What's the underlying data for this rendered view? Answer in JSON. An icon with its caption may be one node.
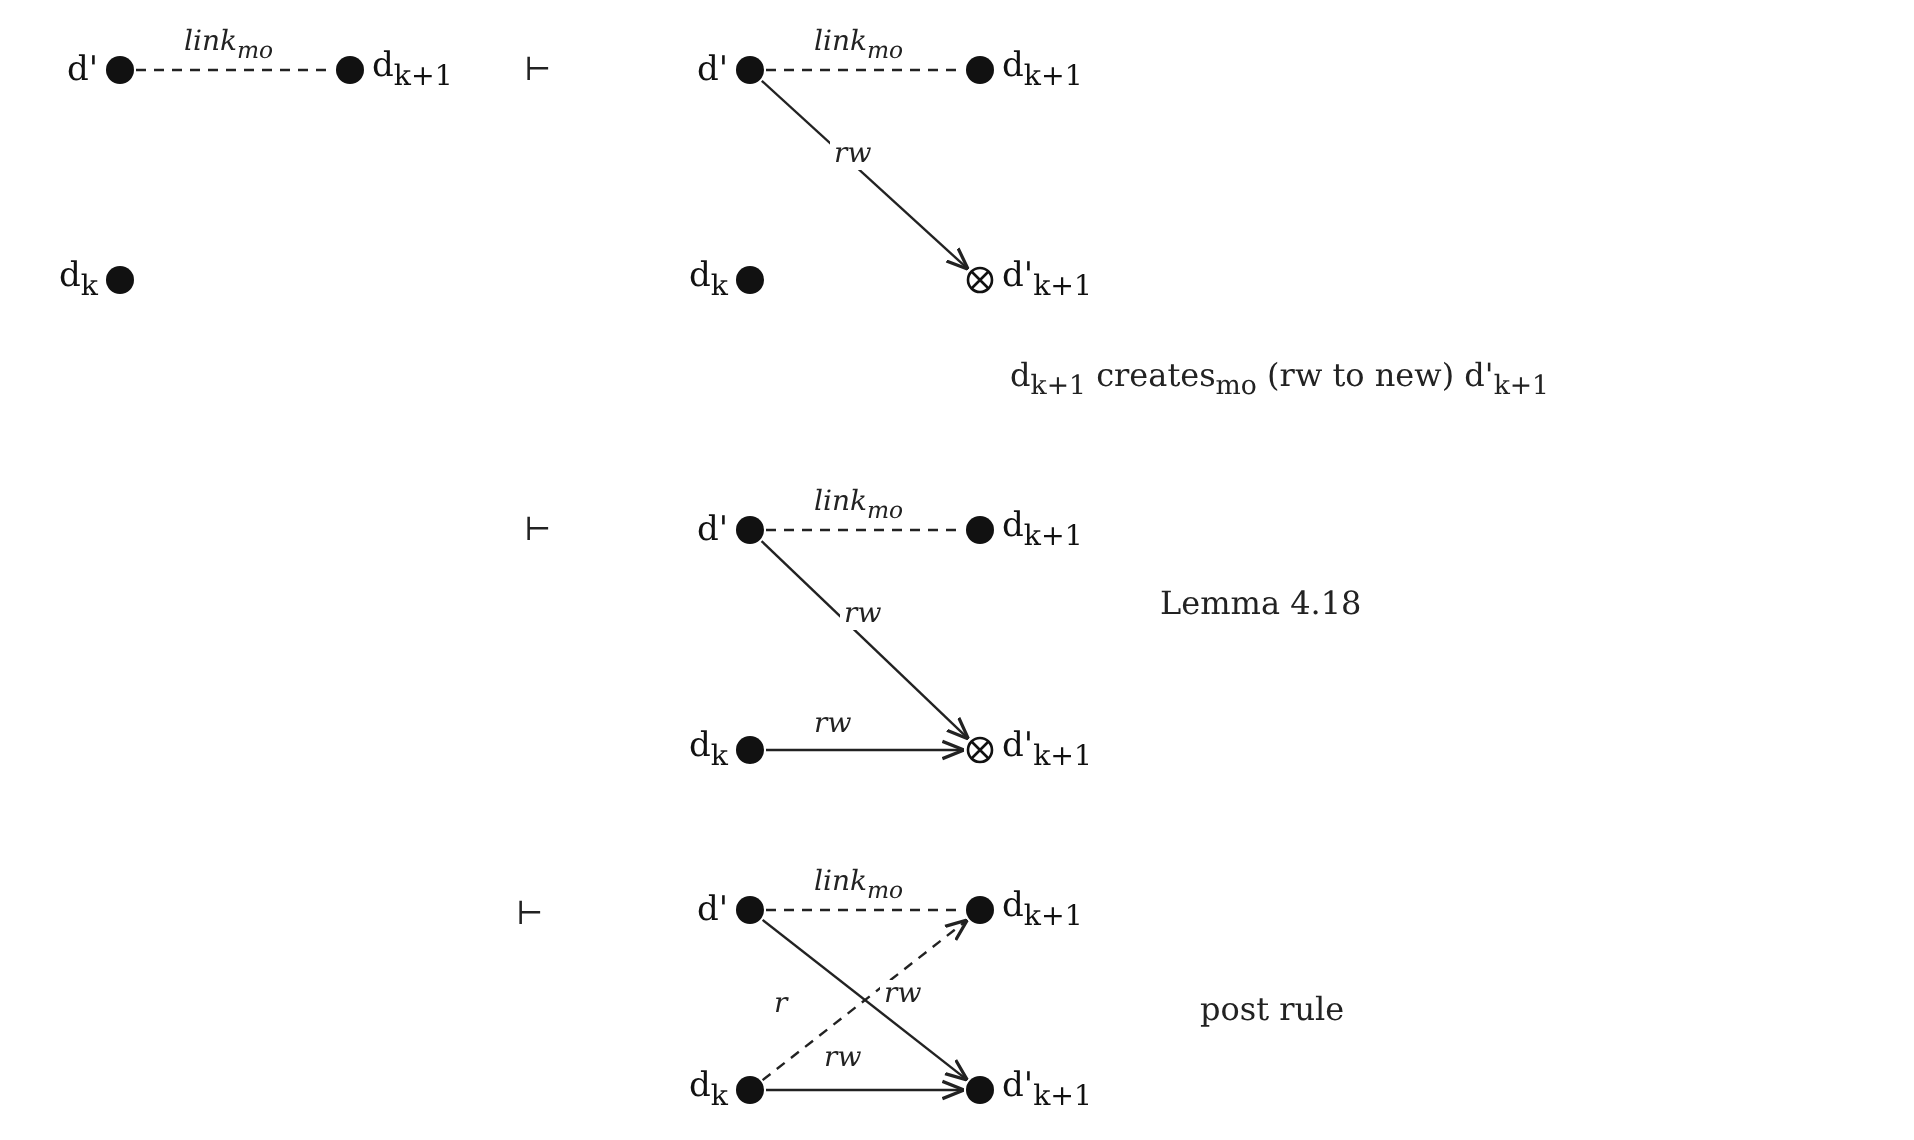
{
  "diagram": {
    "nodes": [
      {
        "text": [
          "d'"
        ]
      },
      {
        "text": [
          "d$_{k+1}$"
        ]
      },
      {
        "text": [
          "d$_{k}$"
        ]
      },
      {
        "text": [
          "d'"
        ]
      },
      {
        "text": [
          "d$_{k+1}$"
        ]
      },
      {
        "text": [
          "d$_{k}$"
        ]
      },
      {
        "text": [
          "d'$_{k+1}$"
        ]
      },
      {
        "text": [
          "d'"
        ]
      },
      {
        "text": [
          "d$_{k+1}$"
        ]
      },
      {
        "text": [
          "d$_{k}$"
        ]
      },
      {
        "text": [
          "d'$_{k+1}$"
        ]
      },
      {
        "text": [
          "d'"
        ]
      },
      {
        "text": [
          "d$_{k+1}$"
        ]
      },
      {
        "text": [
          "d$_{k}$"
        ]
      },
      {
        "text": [
          "d'$_{k+1}$"
        ]
      }
    ],
    "edges": [
      {
        "from": 0,
        "to": 1,
        "arrow": "none",
        "style": "dashed",
        "label": "link$_{mo}$"
      },
      {
        "from": 3,
        "to": 4,
        "arrow": "none",
        "style": "dashed",
        "label": "link$_{mo}$"
      },
      {
        "from": 3,
        "to": 6,
        "arrow": "to",
        "label": "rw"
      },
      {
        "from": 7,
        "to": 8,
        "arrow": "none",
        "style": "dashed",
        "label": "link$_{mo}$"
      },
      {
        "from": 7,
        "to": 10,
        "arrow": "to",
        "label": "rw"
      },
      {
        "from": 9,
        "to": 10,
        "arrow": "to",
        "label": "rw"
      },
      {
        "from": 11,
        "to": 12,
        "arrow": "none",
        "style": "dashed",
        "label": "link$_{mo}$"
      },
      {
        "from": 11,
        "to": 14,
        "arrow": "to",
        "label": "rw"
      },
      {
        "from": 13,
        "to": 12,
        "arrow": "to",
        "style": "dashed",
        "label": "r"
      },
      {
        "from": 13,
        "to": 14,
        "arrow": "to",
        "label": "rw"
      }
    ],
    "labels": [
      "⊢",
      "d$_{k+1}$ creates$_{mo}$ (rw to new) d'$_{k+1}$",
      "⊢",
      "Lemma 4.18",
      "⊢",
      "post rule"
    ]
  }
}
